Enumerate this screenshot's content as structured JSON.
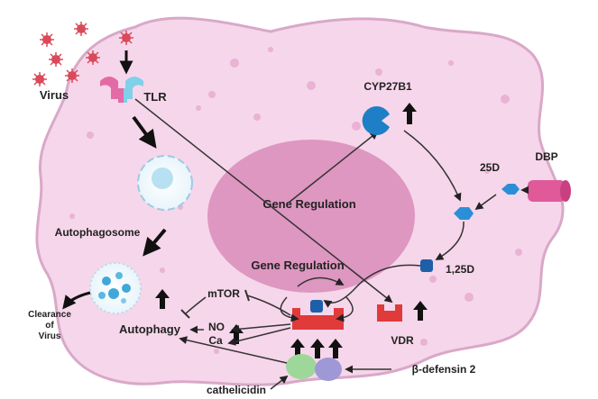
{
  "labels": {
    "virus": "Virus",
    "tlr": "TLR",
    "cyp27b1": "CYP27B1",
    "dbp": "DBP",
    "d25": "25D",
    "d125": "1,25D",
    "gene_regulation_nucleus": "Gene Regulation",
    "gene_regulation_lower": "Gene Regulation",
    "autophagosome": "Autophagosome",
    "clearance_line1": "Clearance",
    "clearance_line2": "of",
    "clearance_line3": "Virus",
    "mtor": "mTOR",
    "autophagy": "Autophagy",
    "no": "NO",
    "ca": "Ca",
    "vdr": "VDR",
    "beta_defensin": "β-defensin 2",
    "cathelicidin": "cathelicidin"
  },
  "colors": {
    "cell_fill": "#f6d6ea",
    "cell_stroke": "#d9a8c8",
    "nucleus": "#d98cba",
    "virus": "#d94a5a",
    "tlr_pink": "#e46aa6",
    "tlr_cyan": "#7fd0e8",
    "enzyme_blue": "#1e7fc6",
    "hex_blue": "#2b8fd8",
    "hex_dark": "#1d5fa8",
    "receptor_red": "#e03a3a",
    "dbp_pink": "#e05a9a",
    "green": "#9ed79a",
    "purple": "#9f98d6"
  },
  "icons": [
    "virus-icon",
    "tlr-receptor-icon",
    "cyp27b1-enzyme-icon",
    "dbp-protein-icon",
    "vitamin-d-hexagon-icon",
    "vdr-receptor-icon",
    "autophagosome-icon",
    "phagolysosome-icon",
    "up-arrow-icon"
  ]
}
